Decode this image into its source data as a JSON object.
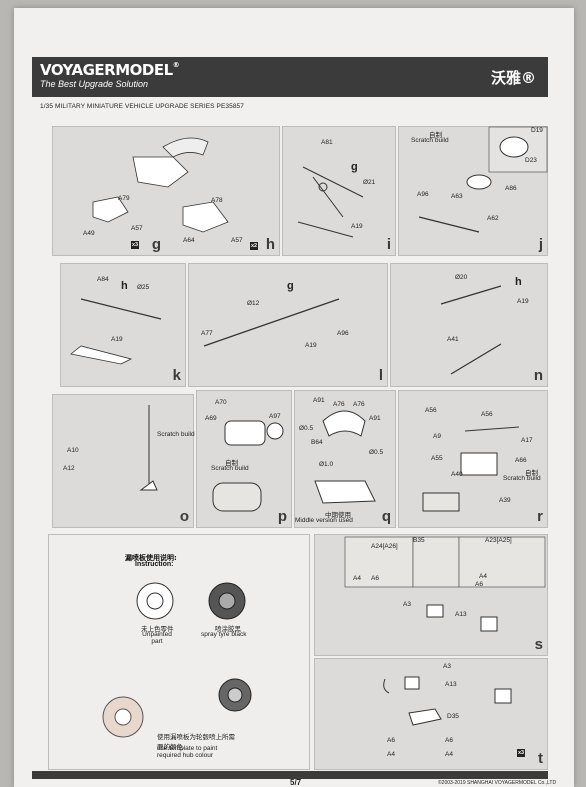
{
  "brand": {
    "name": "VOYAGERMODEL",
    "reg": "®",
    "tagline": "The Best Upgrade Solution",
    "cn_name": "沃雅®"
  },
  "series": "1/35 MILITARY MINIATURE VEHICLE  UPGRADE SERIES PE35857",
  "panels": {
    "g": {
      "step": "g",
      "labels": [
        "A79",
        "A49",
        "A57"
      ],
      "qty": "x3"
    },
    "h": {
      "step": "h",
      "labels": [
        "A78",
        "A64",
        "A57"
      ],
      "qty": "x2"
    },
    "i": {
      "step": "i",
      "labels": [
        "A81",
        "g",
        "Ø21",
        "A19"
      ]
    },
    "j": {
      "step": "j",
      "cn_note": "自制",
      "note": "Scratch build",
      "labels": [
        "D19",
        "D23",
        "A96",
        "A63",
        "A86",
        "A62"
      ]
    },
    "k": {
      "step": "k",
      "labels": [
        "A84",
        "h",
        "Ø25",
        "A19"
      ]
    },
    "l": {
      "step": "l",
      "labels": [
        "Ø12",
        "g",
        "A77",
        "A19",
        "A96"
      ]
    },
    "m": {
      "step": "n",
      "labels": [
        "Ø20",
        "h",
        "A19",
        "A41"
      ]
    },
    "o": {
      "step": "o",
      "note": "Scratch build",
      "labels": [
        "A10",
        "A12"
      ]
    },
    "p": {
      "step": "p",
      "cn_note": "自制",
      "note": "Scratch build",
      "labels": [
        "A70",
        "A69",
        "A97"
      ]
    },
    "q": {
      "step": "q",
      "cn_note": "中期使用",
      "note": "Middle  version used",
      "labels": [
        "A91",
        "A76",
        "A76",
        "A91",
        "Ø0.5",
        "B64",
        "Ø0.5",
        "Ø1.0"
      ]
    },
    "r": {
      "step": "r",
      "cn_note": "自制",
      "note": "Scratch build",
      "labels": [
        "A56",
        "A9",
        "A55",
        "A56",
        "A17",
        "A66",
        "A40",
        "A39"
      ]
    },
    "s": {
      "step": "s",
      "labels": [
        "A24[A26]",
        "A4",
        "A6",
        "B35",
        "A23[A25]",
        "A4",
        "A6",
        "A3",
        "A13"
      ]
    },
    "t": {
      "step": "t",
      "qty": "x3",
      "labels": [
        "A3",
        "A13",
        "D35",
        "A6",
        "A4",
        "A6",
        "A4"
      ]
    }
  },
  "instruction": {
    "cn_title": "漏喷板使用说明:",
    "title": "Instruction:",
    "items": [
      {
        "cn": "未上色零件",
        "en": "Unpainted part"
      },
      {
        "cn": "喷涂胶黑",
        "en": "spray tyre black"
      },
      {
        "cn": "使用漏喷板为轮毂喷上所需要的颜色",
        "en": "use template to paint required hub colour"
      }
    ]
  },
  "footer": {
    "page": "5/7",
    "copyright": "©2003-2019 SHANGHAI VOYAGERMODEL Co.,LTD"
  }
}
